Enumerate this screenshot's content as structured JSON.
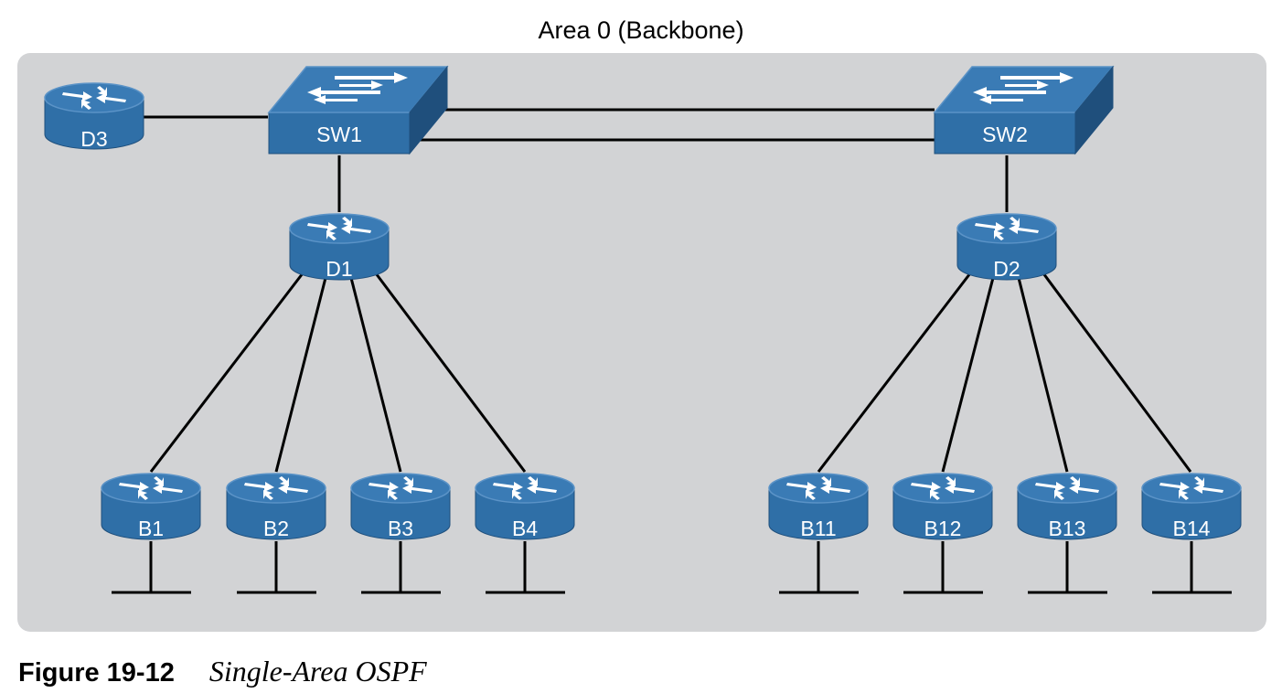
{
  "area": {
    "title": "Area 0 (Backbone)"
  },
  "devices": {
    "switches": [
      {
        "id": "sw1",
        "label": "SW1"
      },
      {
        "id": "sw2",
        "label": "SW2"
      }
    ],
    "routers": [
      {
        "id": "d3",
        "label": "D3"
      },
      {
        "id": "d1",
        "label": "D1"
      },
      {
        "id": "d2",
        "label": "D2"
      },
      {
        "id": "b1",
        "label": "B1"
      },
      {
        "id": "b2",
        "label": "B2"
      },
      {
        "id": "b3",
        "label": "B3"
      },
      {
        "id": "b4",
        "label": "B4"
      },
      {
        "id": "b11",
        "label": "B11"
      },
      {
        "id": "b12",
        "label": "B12"
      },
      {
        "id": "b13",
        "label": "B13"
      },
      {
        "id": "b14",
        "label": "B14"
      }
    ]
  },
  "links": [
    [
      "D3",
      "SW1"
    ],
    [
      "SW1",
      "SW2"
    ],
    [
      "SW1",
      "SW2"
    ],
    [
      "SW1",
      "D1"
    ],
    [
      "SW2",
      "D2"
    ],
    [
      "D1",
      "B1"
    ],
    [
      "D1",
      "B2"
    ],
    [
      "D1",
      "B3"
    ],
    [
      "D1",
      "B4"
    ],
    [
      "D2",
      "B11"
    ],
    [
      "D2",
      "B12"
    ],
    [
      "D2",
      "B13"
    ],
    [
      "D2",
      "B14"
    ]
  ],
  "colors": {
    "device_blue": "#2f6fa7",
    "device_dark": "#1f4f7c",
    "device_light": "#5b93c7",
    "area_fill": "#d2d3d5"
  },
  "caption": {
    "number": "Figure 19-12",
    "title": "Single-Area OSPF"
  }
}
